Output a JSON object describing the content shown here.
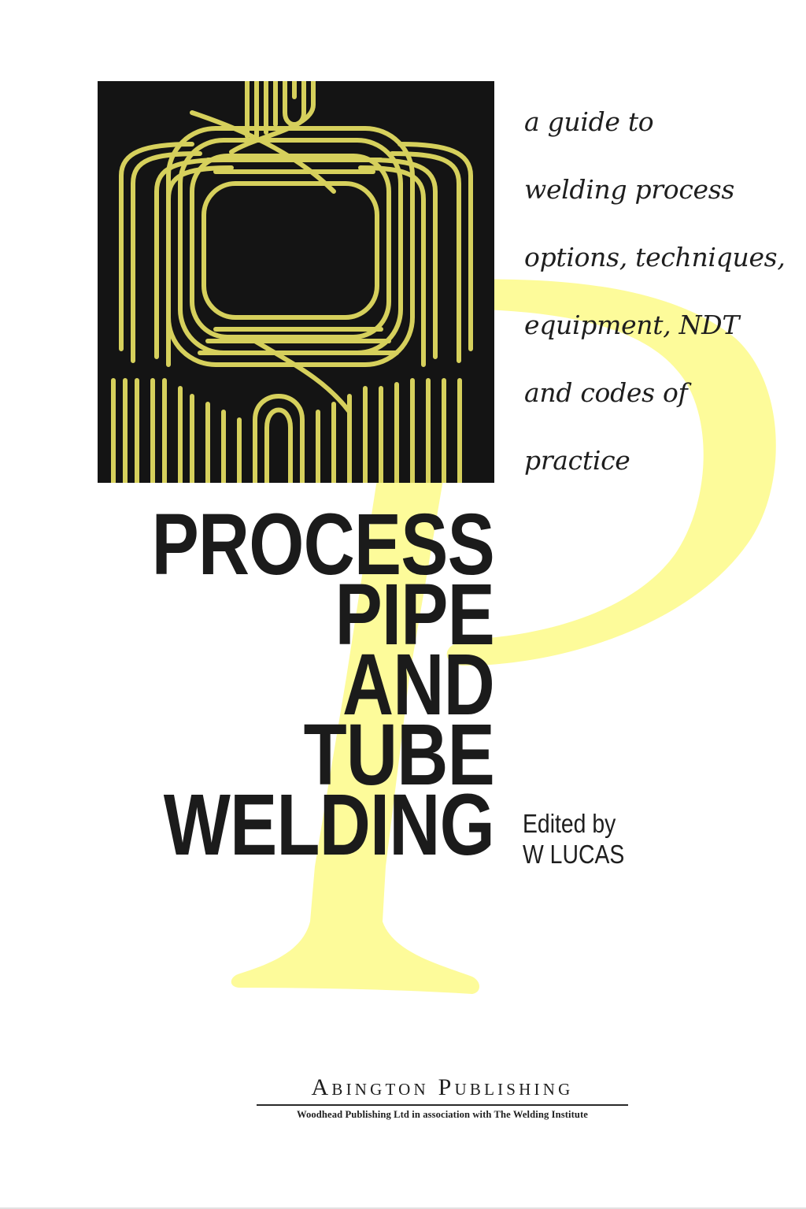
{
  "cover": {
    "tagline_lines": [
      "a guide to",
      "welding process",
      "options, techniques,",
      "equipment, NDT",
      "and codes of",
      "practice"
    ],
    "title_lines": [
      "PROCESS",
      "PIPE",
      "AND",
      "TUBE",
      "WELDING"
    ],
    "editor": {
      "label": "Edited by",
      "name": "W LUCAS"
    },
    "publisher": {
      "name": "Abington Publishing",
      "subline": "Woodhead Publishing Ltd in association with The Welding Institute"
    },
    "decorative": {
      "large_letter": "P",
      "photo_subject": "welded-pipe-coil-image"
    },
    "colors": {
      "background": "#ffffff",
      "large_letter_yellow": "#fdfb9a",
      "photo_background": "#141414",
      "photo_wire_yellow": "#d6d05c",
      "text": "#1b1b1b"
    }
  }
}
